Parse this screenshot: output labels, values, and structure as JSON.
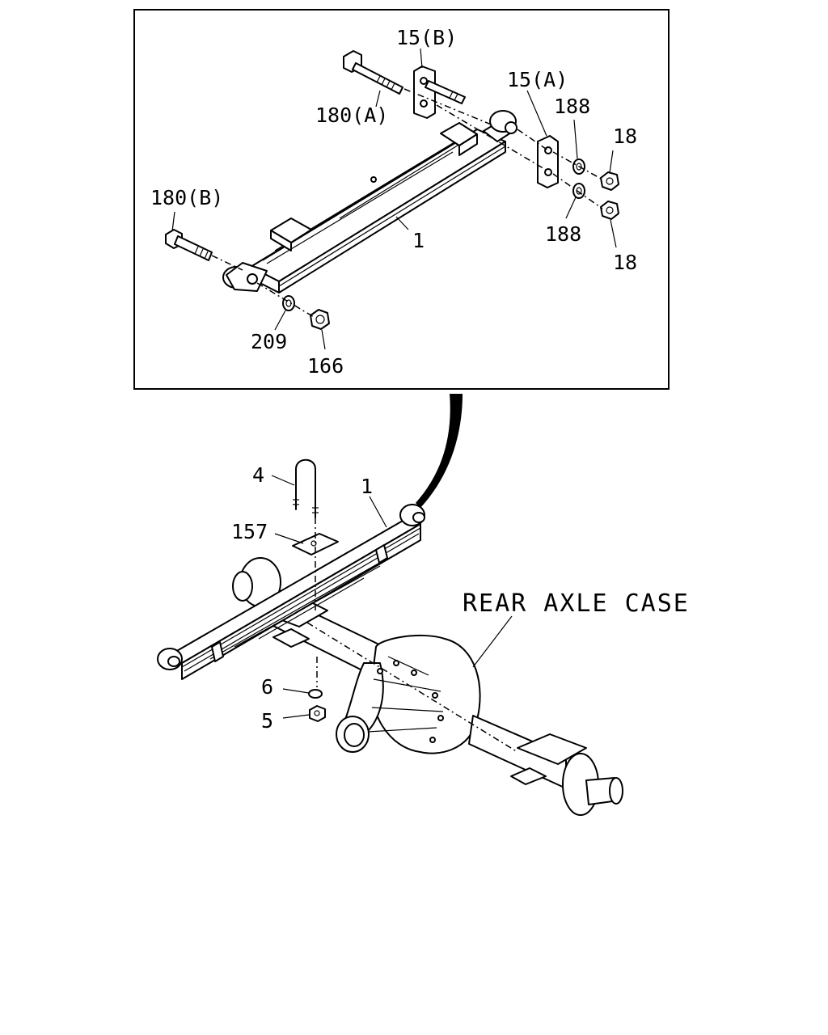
{
  "labels": {
    "l180a": "180(A)",
    "l180b": "180(B)",
    "l15b": "15(B)",
    "l15a": "15(A)",
    "l188_top": "188",
    "l188_bot": "188",
    "l18_top": "18",
    "l18_bot": "18",
    "l1_detail": "1",
    "l209": "209",
    "l166": "166",
    "l4": "4",
    "l157": "157",
    "l1_main": "1",
    "l6": "6",
    "l5": "5",
    "rear_axle_case": "REAR AXLE CASE"
  }
}
